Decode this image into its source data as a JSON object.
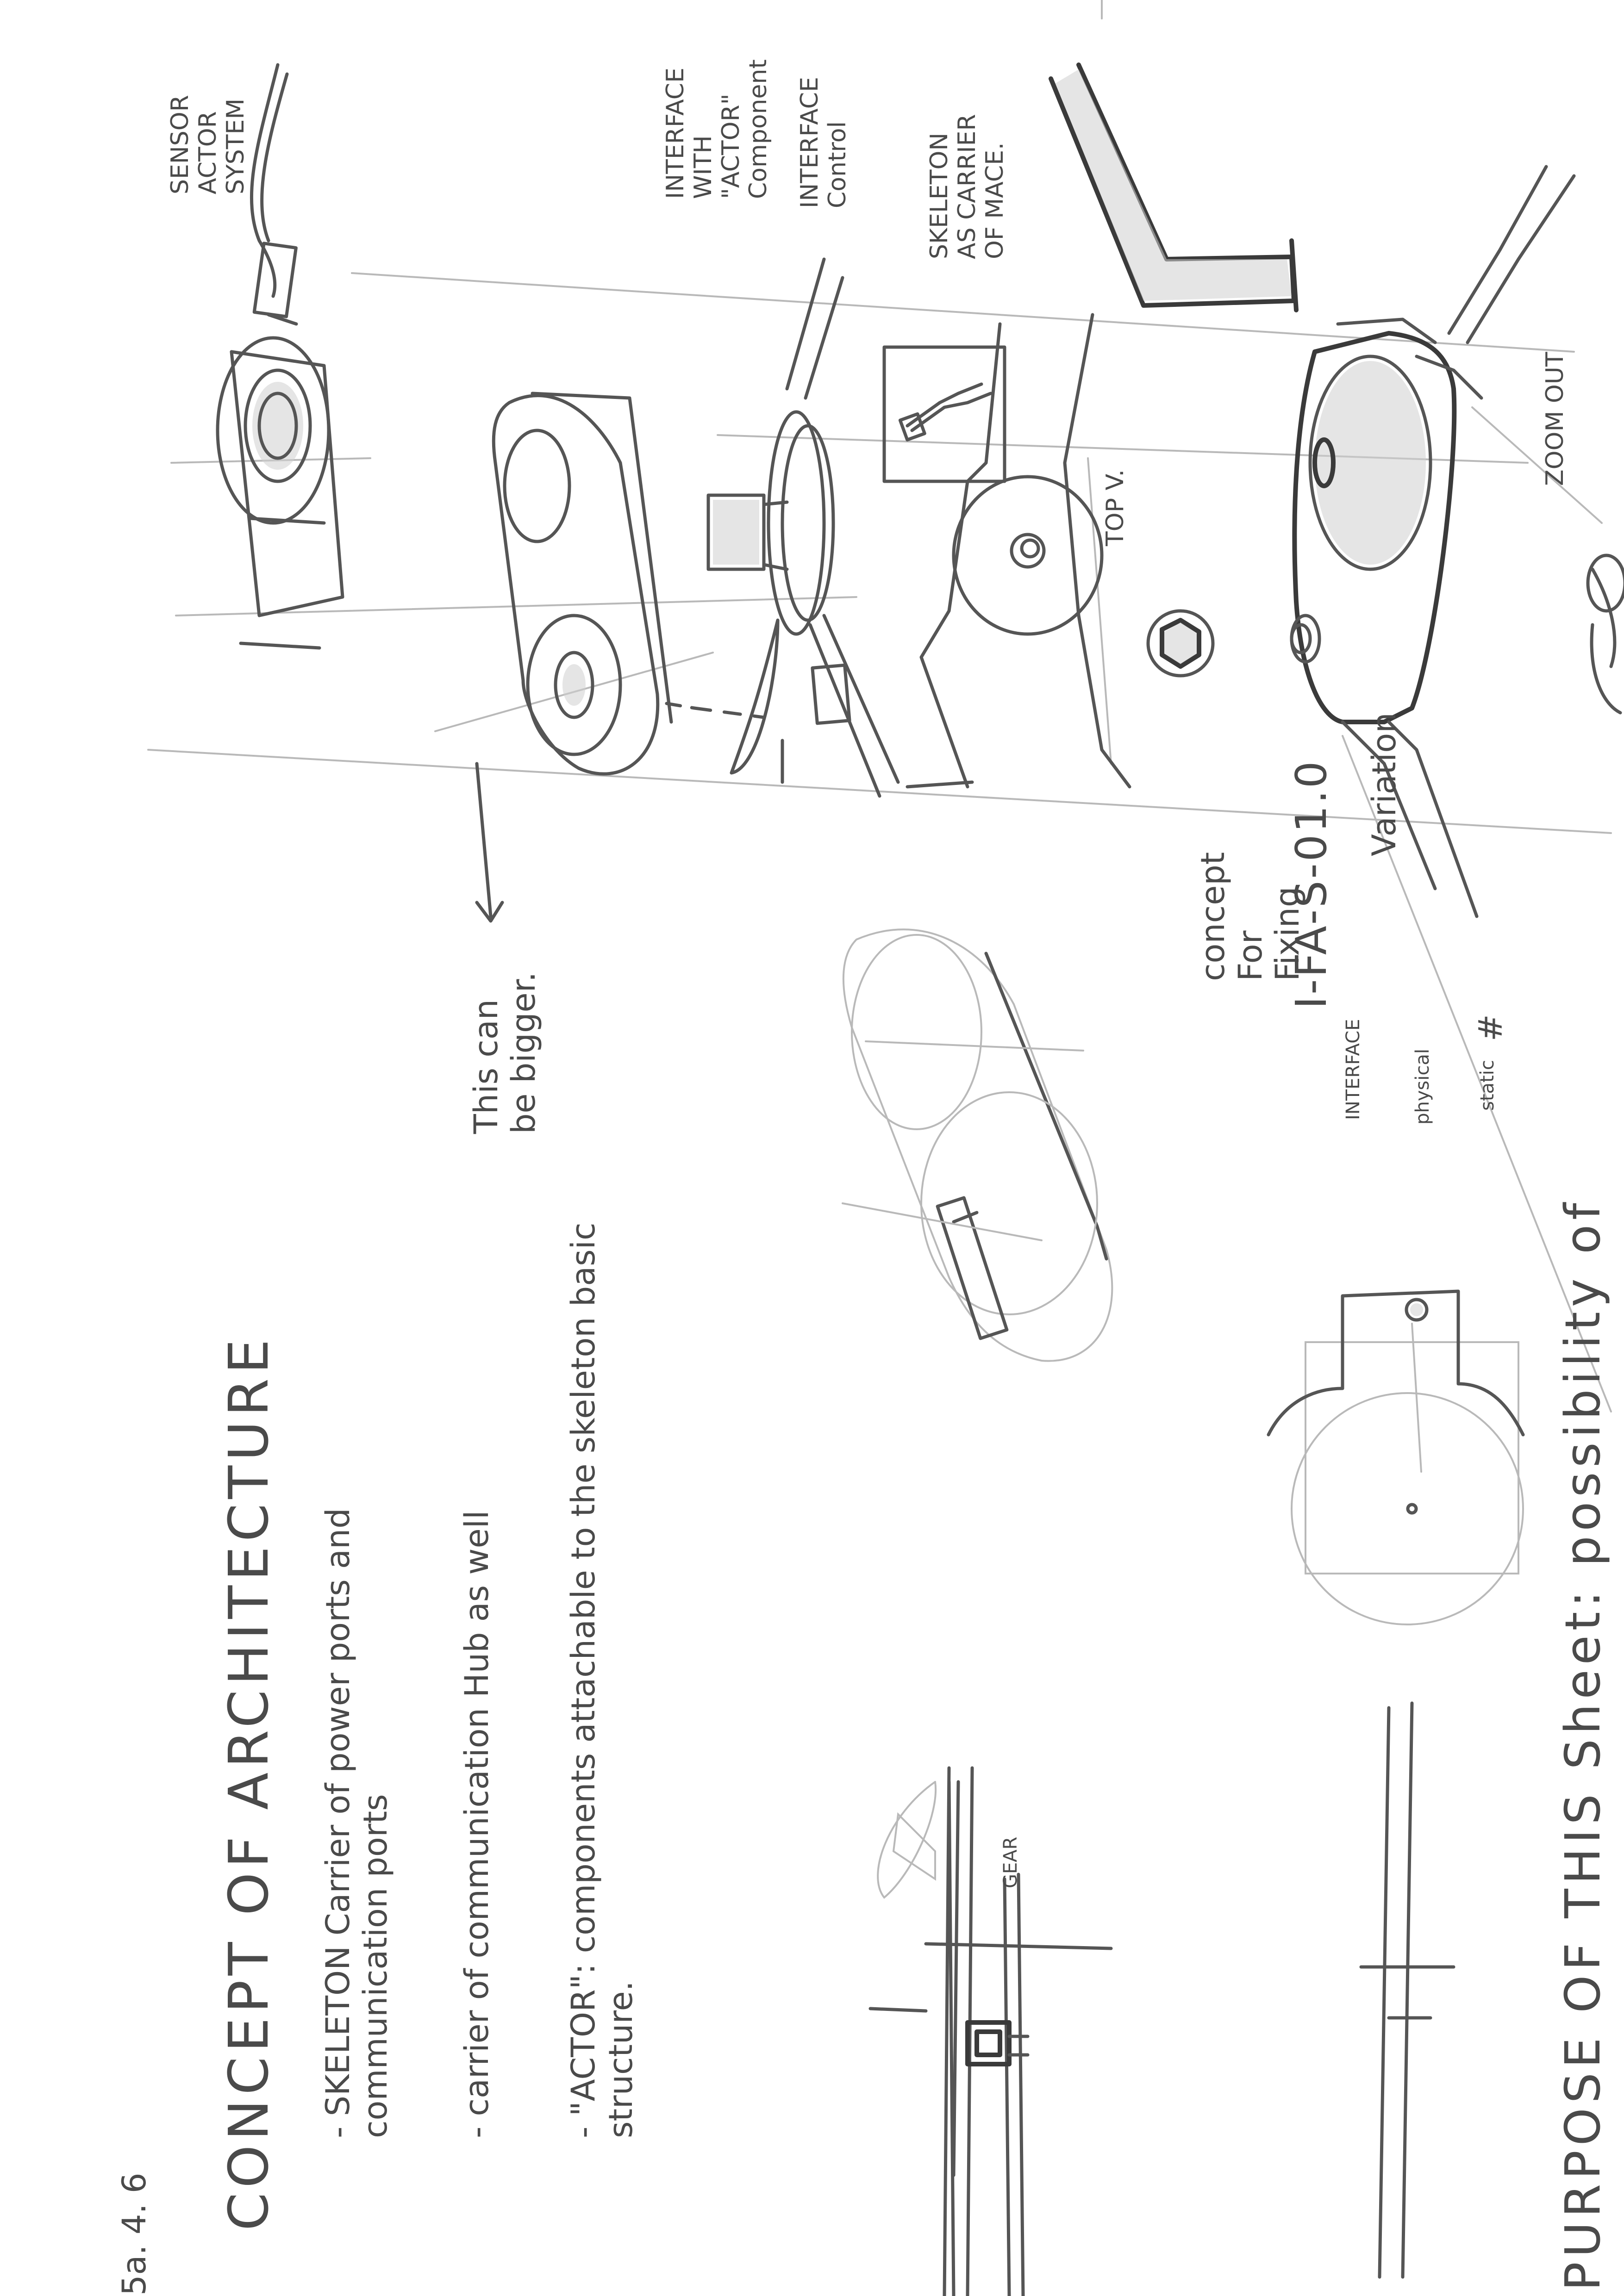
{
  "date": "5a. 4. 6",
  "title": "CONCEPT OF ARCHITECTURE",
  "bullets": [
    "- SKELETON Carrier of power ports and communication ports",
    "- carrier of communication Hub as well",
    "- \"ACTOR\": components attachable to the skeleton basic structure."
  ],
  "labels": {
    "sensor": "SENSOR ACTOR SYSTEM",
    "iface_actor": "INTERFACE WITH \"ACTOR\" Component",
    "iface_control": "INTERFACE Control",
    "skeleton_carrier": "SKELETON AS CARRIER OF MACE.",
    "topv": "TOP V.",
    "zoom_out": "ZOOM OUT",
    "bigger": "This can be bigger.",
    "concept_fixing": "concept For Fixing",
    "code": "I-FA-S-01.0",
    "variation": "Variation",
    "interface": "INTERFACE",
    "physical": "physical",
    "static": "static",
    "hash": "#",
    "gear": "GEAR"
  },
  "purpose": "PURPOSE OF THIS Sheet: possibility of"
}
